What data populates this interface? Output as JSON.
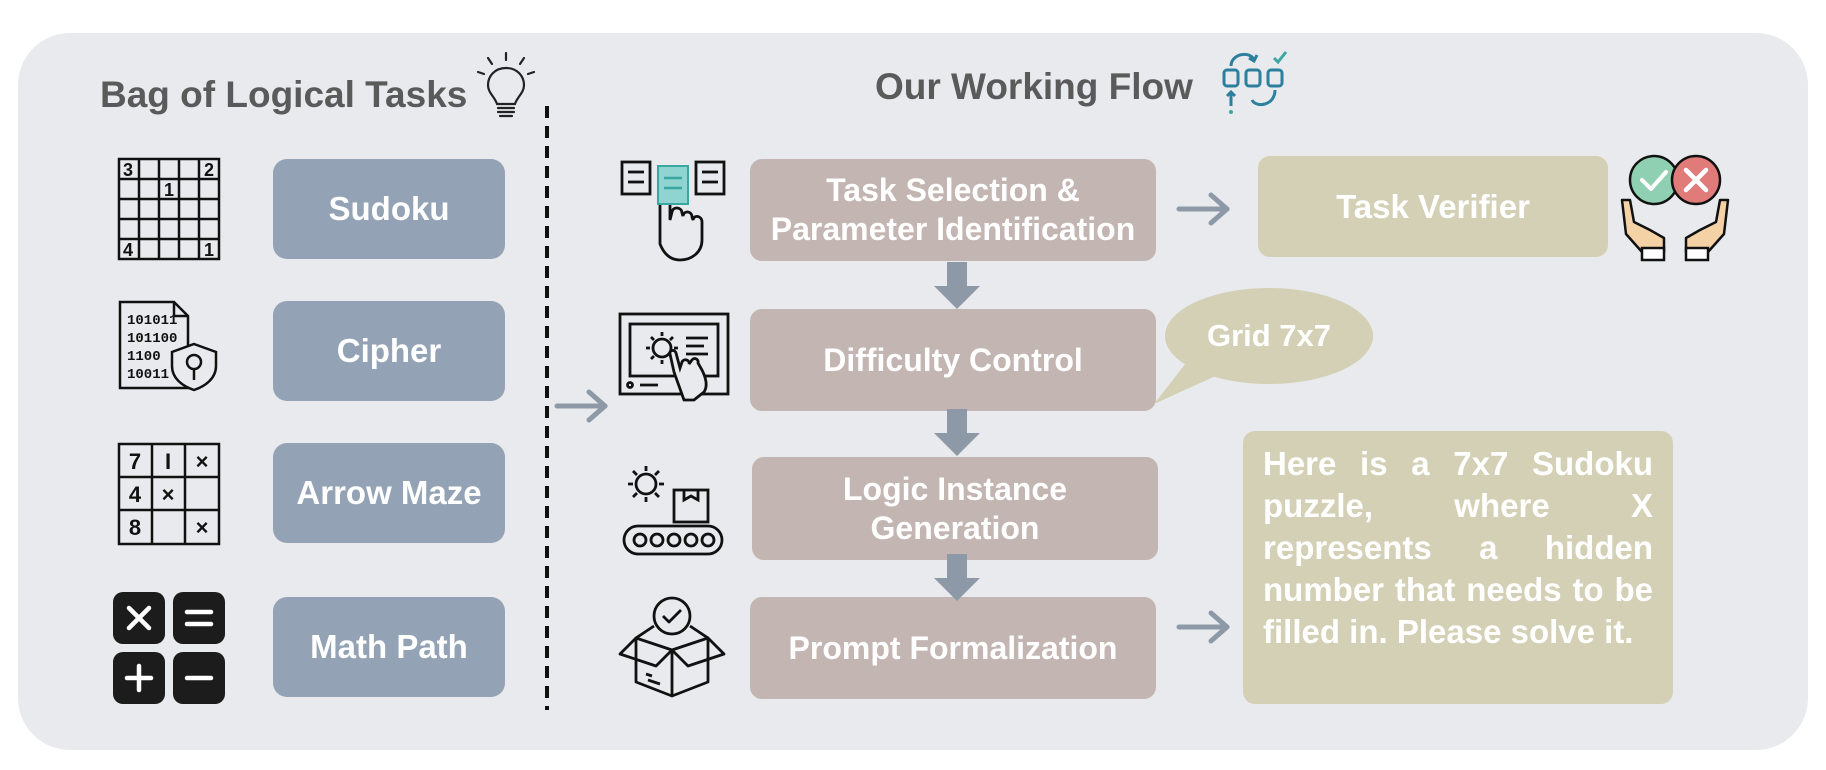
{
  "left": {
    "title": "Bag of Logical Tasks",
    "tasks": [
      {
        "label": "Sudoku",
        "icon": "sudoku-grid-icon"
      },
      {
        "label": "Cipher",
        "icon": "binary-document-shield-icon"
      },
      {
        "label": "Arrow Maze",
        "icon": "maze-grid-icon"
      },
      {
        "label": "Math Path",
        "icon": "calculator-keys-icon"
      }
    ],
    "sudoku_icon_digits": [
      "3",
      "2",
      "1",
      "4",
      "1"
    ],
    "cipher_icon_lines": [
      "101011",
      "101100",
      "1100",
      "10011"
    ],
    "maze_icon_cells": [
      "7",
      "I",
      "×",
      "4",
      "×",
      "8",
      "×"
    ]
  },
  "right": {
    "title": "Our Working Flow",
    "steps": [
      {
        "label_line1": "Task Selection &",
        "label_line2": "Parameter Identification",
        "icon": "document-select-hand-icon"
      },
      {
        "label_line1": "Difficulty Control",
        "label_line2": "",
        "icon": "settings-monitor-touch-icon"
      },
      {
        "label_line1": "Logic Instance",
        "label_line2": "Generation",
        "icon": "conveyor-gear-icon"
      },
      {
        "label_line1": "Prompt Formalization",
        "label_line2": "",
        "icon": "open-box-check-icon"
      }
    ],
    "verifier_label": "Task Verifier",
    "bubble_label": "Grid 7x7",
    "output_text": "Here is a 7x7 Sudoku puzzle, where X represents a hidden number that needs to be filled in. Please solve it."
  },
  "colors": {
    "panel": "#e8eaed",
    "task_box": "#93a3b5",
    "flow_box": "#c3b5b2",
    "olive_box": "#d4d0b5",
    "arrow": "#8e99a8",
    "title_text": "#5a5a5a"
  }
}
